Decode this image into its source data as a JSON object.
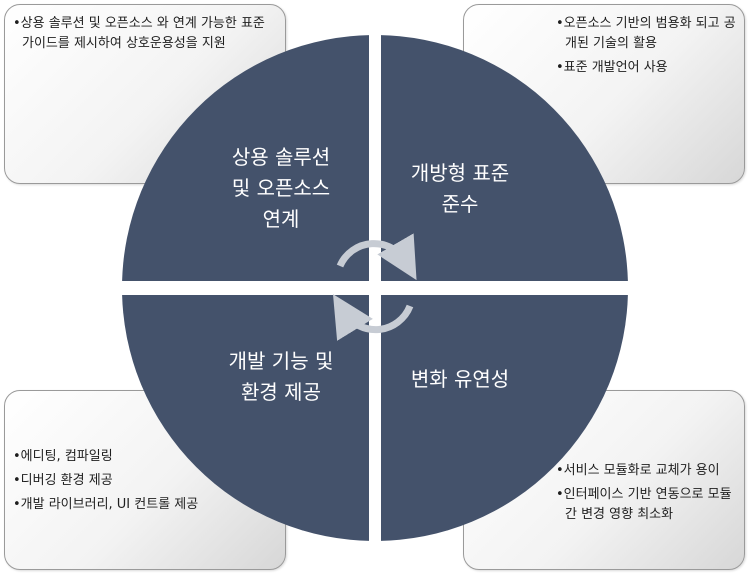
{
  "colors": {
    "quadrant": "#44526b",
    "divider": "#ffffff",
    "arrow": "#c7ccd4",
    "box_border": "#9a9a9a"
  },
  "quadrants": {
    "top_left": {
      "lines": [
        "상용 솔루션",
        "및 오픈소스",
        "연계"
      ]
    },
    "top_right": {
      "lines": [
        "개방형 표준",
        "준수"
      ]
    },
    "bottom_left": {
      "lines": [
        "개발 기능 및",
        "환경 제공"
      ]
    },
    "bottom_right": {
      "lines": [
        "변화 유연성"
      ]
    }
  },
  "boxes": {
    "top_left": {
      "items": [
        "상용 솔루션 및 오픈소스 와 연계 가능한 표준 가이드를 제시하여 상호운용성을 지원"
      ]
    },
    "top_right": {
      "items": [
        "오픈소스 기반의 범용화 되고 공개된 기술의 활용",
        "표준 개발언어 사용"
      ]
    },
    "bottom_left": {
      "items": [
        "에디팅, 컴파일링",
        "디버깅 환경 제공",
        "개발 라이브러리, UI 컨트롤 제공"
      ]
    },
    "bottom_right": {
      "items": [
        "서비스 모듈화로 교체가 용이",
        "인터페이스 기반 연동으로 모듈간 변경 영향 최소화"
      ]
    }
  },
  "icons": {
    "center": "cycle-arrows-icon"
  }
}
